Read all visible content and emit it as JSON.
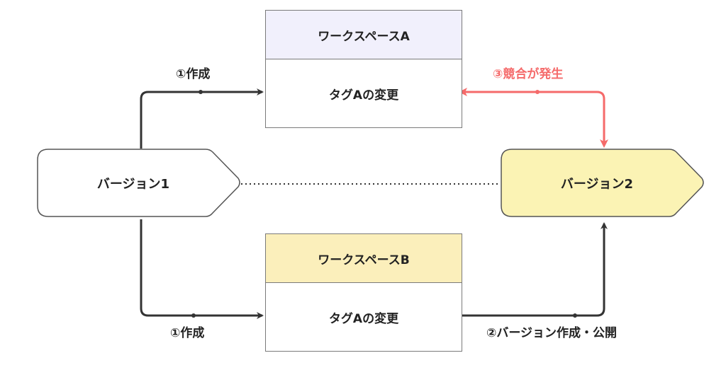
{
  "version1": {
    "label": "バージョン1"
  },
  "version2": {
    "label": "バージョン2"
  },
  "workspace_a": {
    "title": "ワークスペースA",
    "body": "タグAの変更"
  },
  "workspace_b": {
    "title": "ワークスペースB",
    "body": "タグAの変更"
  },
  "edges": {
    "create_a": "①作成",
    "create_b": "①作成",
    "publish": "②バージョン作成・公開",
    "conflict": "③競合が発生"
  },
  "colors": {
    "workspace_a_header": "#f1f0fc",
    "workspace_b_header": "#fbefbb",
    "version2_fill": "#fbf3b4",
    "conflict": "#f56a6a",
    "edge": "#333333"
  }
}
